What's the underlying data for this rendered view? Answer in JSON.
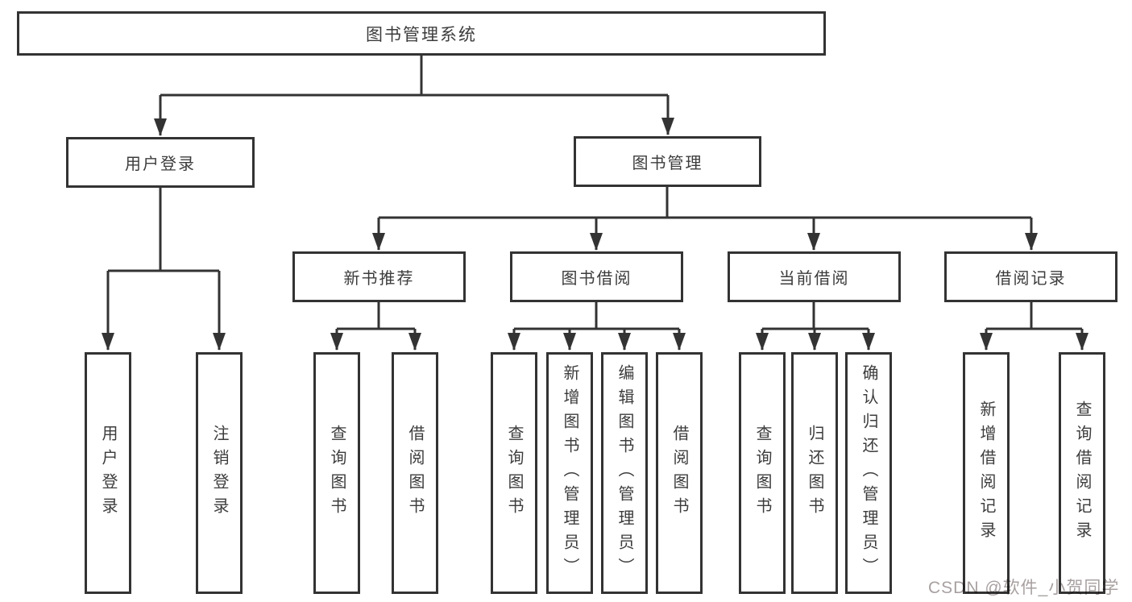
{
  "nodes": {
    "root": "图书管理系统",
    "level2": [
      "用户登录",
      "图书管理"
    ],
    "level3": [
      "新书推荐",
      "图书借阅",
      "当前借阅",
      "借阅记录"
    ],
    "leaves": {
      "user": [
        "用户登录",
        "注销登录"
      ],
      "recommend": [
        "查询图书",
        "借阅图书"
      ],
      "borrow": [
        "查询图书",
        "新增图书（管理员）",
        "编辑图书（管理员）",
        "借阅图书"
      ],
      "current": [
        "查询图书",
        "归还图书",
        "确认归还（管理员）"
      ],
      "records": [
        "新增借阅记录",
        "查询借阅记录"
      ]
    }
  },
  "watermark": {
    "text": "CSDN @软件_小贺同学"
  },
  "colors": {
    "line": "#333333",
    "box_border": "#333333",
    "box_fill": "#ffffff",
    "text": "#3c3c3c",
    "watermark": "#a8a0a0",
    "background": "#ffffff"
  }
}
